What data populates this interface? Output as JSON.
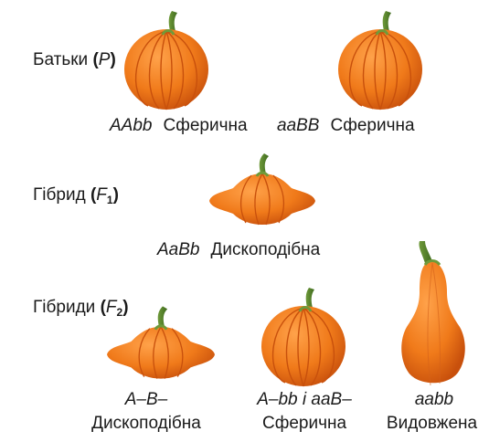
{
  "labels": {
    "parents": {
      "text": "Батьки",
      "symbol": "P",
      "subscript": ""
    },
    "f1": {
      "text": "Гібрид",
      "symbol": "F",
      "subscript": "1"
    },
    "f2": {
      "text": "Гібриди",
      "symbol": "F",
      "subscript": "2"
    }
  },
  "parents": [
    {
      "genotype": "AAbb",
      "phenotype": "Сферична",
      "icon": "spherical-pumpkin"
    },
    {
      "genotype": "aaBB",
      "phenotype": "Сферична",
      "icon": "spherical-pumpkin"
    }
  ],
  "f1": {
    "genotype": "AaBb",
    "phenotype": "Дископодібна",
    "icon": "disc-pumpkin"
  },
  "f2": [
    {
      "genotype": "A–B–",
      "phenotype": "Дископодібна",
      "icon": "disc-pumpkin"
    },
    {
      "genotype": "A–bb і aaB–",
      "phenotype": "Сферична",
      "icon": "spherical-pumpkin"
    },
    {
      "genotype": "aabb",
      "phenotype": "Видовжена",
      "icon": "elongated-pumpkin"
    }
  ],
  "colors": {
    "pumpkin": "#f07a1a",
    "pumpkin_dark": "#c8500c",
    "stem": "#4f7d2a"
  }
}
